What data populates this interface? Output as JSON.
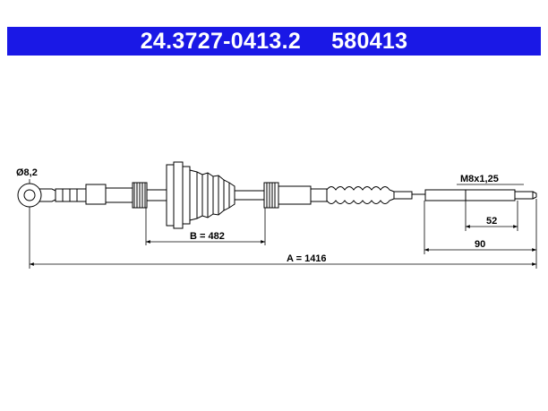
{
  "header": {
    "part_number": "24.3727-0413.2",
    "ref_number": "580413",
    "background_color": "#1a18e6",
    "text_color": "#ffffff"
  },
  "drawing": {
    "diameter_label": "Ø8,2",
    "thread_label": "M8x1,25",
    "dim_52": "52",
    "dim_90": "90",
    "dim_b": "B = 482",
    "dim_a": "A = 1416"
  }
}
